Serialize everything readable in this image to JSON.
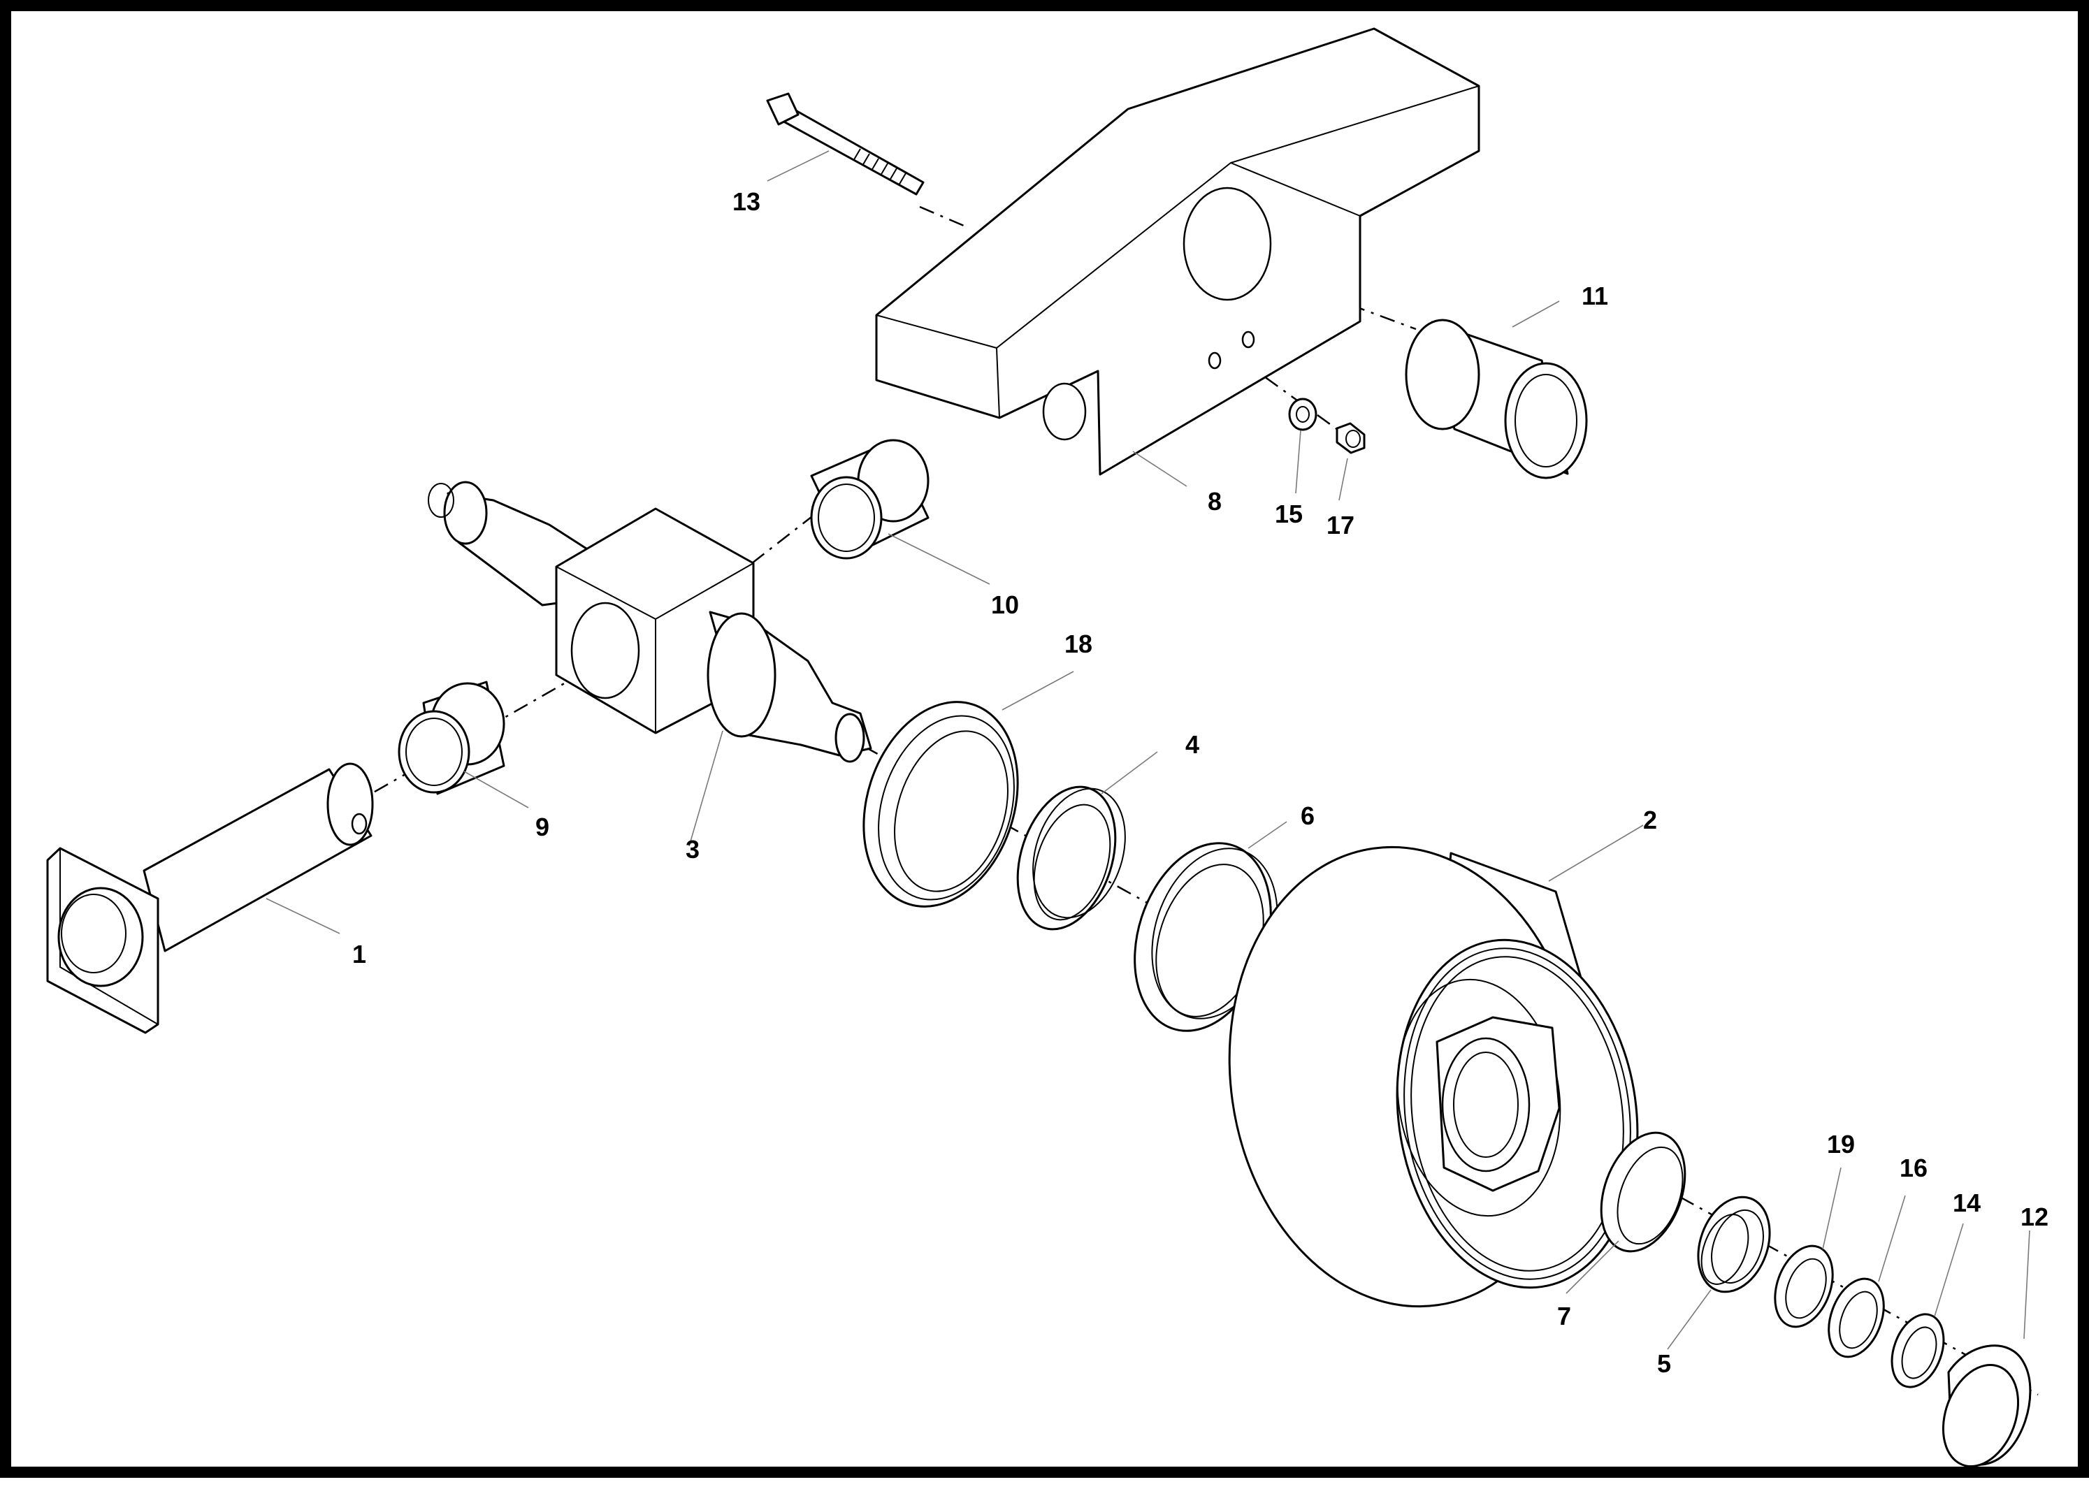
{
  "diagram": {
    "border_color": "#000000",
    "callouts": [
      {
        "id": "1",
        "label": "1"
      },
      {
        "id": "2",
        "label": "2"
      },
      {
        "id": "3",
        "label": "3"
      },
      {
        "id": "4",
        "label": "4"
      },
      {
        "id": "5",
        "label": "5"
      },
      {
        "id": "6",
        "label": "6"
      },
      {
        "id": "7",
        "label": "7"
      },
      {
        "id": "8",
        "label": "8"
      },
      {
        "id": "9",
        "label": "9"
      },
      {
        "id": "10",
        "label": "10"
      },
      {
        "id": "11",
        "label": "11"
      },
      {
        "id": "12",
        "label": "12"
      },
      {
        "id": "13",
        "label": "13"
      },
      {
        "id": "14",
        "label": "14"
      },
      {
        "id": "15",
        "label": "15"
      },
      {
        "id": "16",
        "label": "16"
      },
      {
        "id": "17",
        "label": "17"
      },
      {
        "id": "18",
        "label": "18"
      },
      {
        "id": "19",
        "label": "19"
      }
    ]
  }
}
